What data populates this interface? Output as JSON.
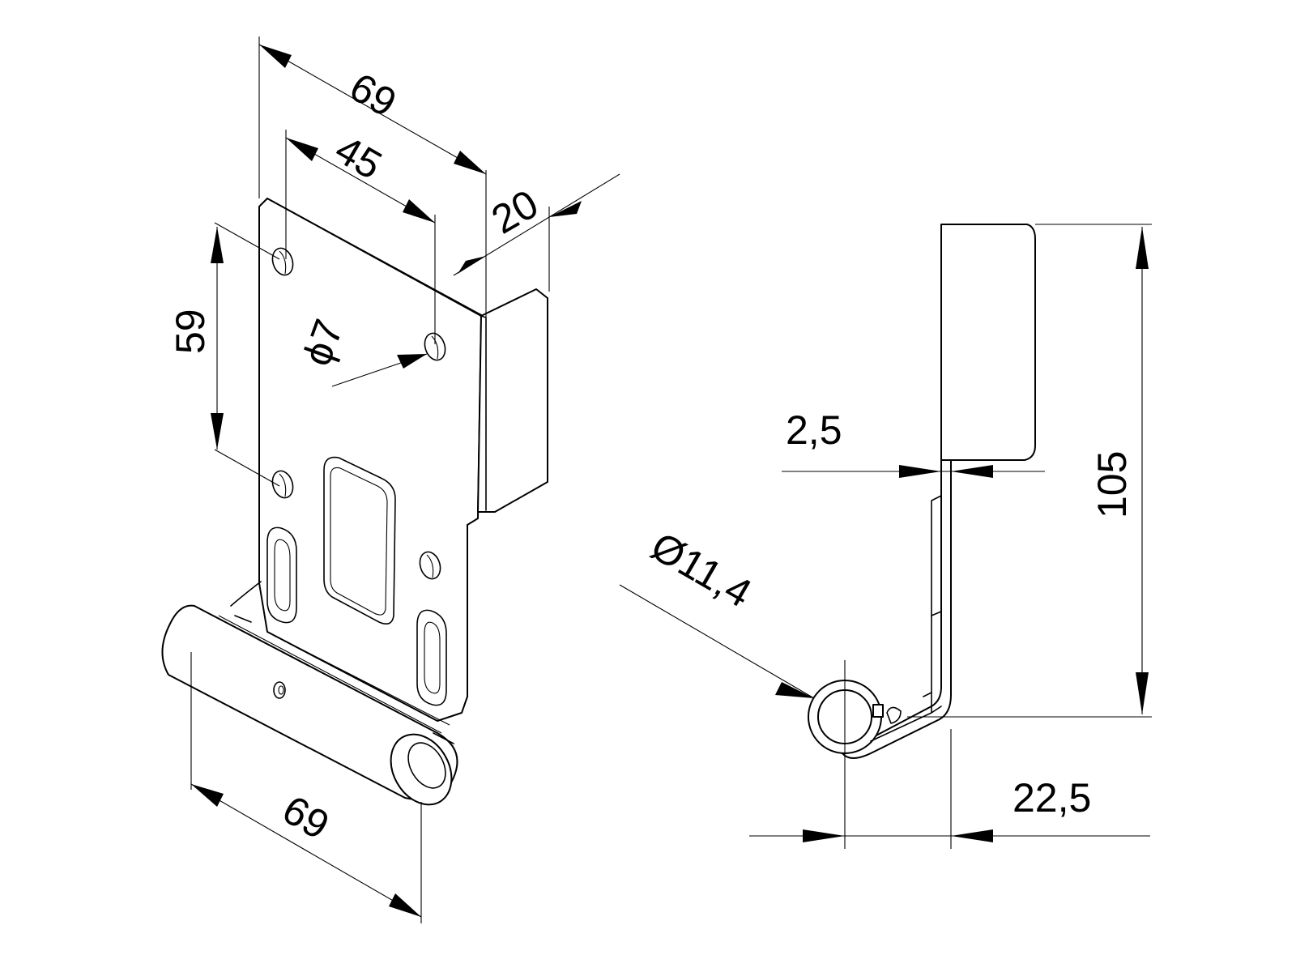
{
  "diagram": {
    "left_view": {
      "dim_top_width": "69",
      "dim_hole_spacing_horizontal": "45",
      "dim_flange_depth": "20",
      "dim_hole_spacing_vertical": "59",
      "dim_hole_diameter": "ϕ7",
      "dim_roll_length": "69"
    },
    "right_view": {
      "dim_thickness": "2,5",
      "dim_roll_diameter": "Ø11,4",
      "dim_height": "105",
      "dim_offset": "22,5"
    }
  }
}
